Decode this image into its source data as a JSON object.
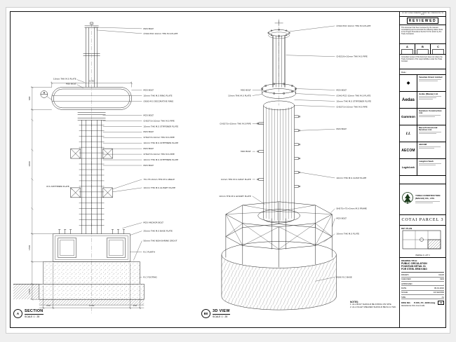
{
  "detail_bubble": "A",
  "views": {
    "section": {
      "bubble": "A",
      "title": "SECTION",
      "scale": "SCALE 1 : 25"
    },
    "iso": {
      "bubble": "B0",
      "title": "3D VIEW",
      "scale": "SCALE 1 : 25"
    }
  },
  "notes": {
    "title": "NOTES:",
    "items": [
      "1. ALL BOLT SHOULD BE FIXING ON SITE.",
      "2. ALL FILLET WELDED SHOULD BE 6mm THK."
    ]
  },
  "sec_r": [
    "M20 BOLT",
    "∅340 PCD 10mm THK M.S PLATE",
    "M20 BOLT",
    "10mm THK M.S RING PLATE",
    "∅600 M.S DECORATIVE RING",
    "M20 BOLT",
    "CHS273×10mm THK M.S PIPE",
    "10mm THK M.S STIFFENER PLATE",
    "M20 BOLT",
    "CHS273×10mm THK M.S PIPE",
    "10mm THK M.S STIFFENER PLATE",
    "M20 BOLT",
    "CHS273×10mm THK M.S PIPE",
    "10mm THK M.S STIFFENER PLATE",
    "M20 BOLT",
    "75×75×6mm THK M.S ANGLE",
    "10mm THK M.S GUSSET PLATE",
    "M20 ANCHOR BOLT",
    "25mm THK M.S BASE PLATE",
    "50mm THK NON-SHRINK GROUT",
    "R.C PLINTH",
    "R.C FOOTING"
  ],
  "sec_l": [
    "10mm THK M.S PLATE",
    "M20 BOLT",
    "M.S STIFFENER PLATE"
  ],
  "iso_r": [
    "∅340 PCD 10mm THK M.S PLATE",
    "CHS219×10mm THK M.S PIPE",
    "M20 BOLT",
    "∅340 PCD 10mm THK M.S PLATE",
    "10mm THK M.S STIFFENER PLATE",
    "CHS273×10mm THK M.S PIPE",
    "M20 BOLT",
    "10mm THK M.S CLEAT PLATE",
    "SHS75×75×5mm M.S FRAME",
    "M20 BOLT",
    "10mm THK M.S PLATE",
    "A590 R.C BASE"
  ],
  "iso_l": [
    "M20 BOLT",
    "10mm THK M.S PLATE",
    "CHS273×10mm THK M.S PIPE",
    "M20 BOLT",
    "10mm THK M.S CLEAT PLATE",
    "10mm THK M.S GUSSET PLATE"
  ],
  "dims": {
    "band_width": "1150",
    "bottom": [
      "150",
      "1100",
      "150"
    ],
    "left": [
      "600",
      "1800",
      "1500",
      "1350"
    ]
  },
  "titleblock": {
    "top_note": "DO NOT SCALE DRAWING. VERIFY ALL DIMENSIONS ON SITE.",
    "reviewed": "REVIEWED",
    "review_text": "This document has been reviewed by the relevant consultant(s) and is accorded the following status. Refer to the Project Procedures Section 5.0 for action by the Trade Contractor.",
    "status": {
      "a": "A",
      "b": "B",
      "c": "C"
    },
    "consult_note": "Consultant review of this document does not relieve the Trade Contractor of his responsibilities under the Trade Contract.",
    "date_label": "Date :",
    "companies": [
      {
        "logo": "◆",
        "name": "Venetian Orient Limited"
      },
      {
        "logo": "Aedas",
        "name": "Aedas (Macau) Ltd."
      },
      {
        "logo": "Gammon",
        "name": "Gammon Construction Ltd."
      },
      {
        "logo": "LL",
        "name": "Meca Professional Services Ltd."
      },
      {
        "logo": "AECOM",
        "name": "AECOM"
      },
      {
        "logo": "LogicLock",
        "name": "Langdon Seah"
      }
    ],
    "contractor": {
      "name_l1": "YUDEA CONSTRUCTION",
      "name_l2": "(MACAU) CO., LTD."
    },
    "project": "COTAI PARCEL 3",
    "keyplan": {
      "label": "KEY PLAN",
      "caption": "PARCEL 3, LOT 3"
    },
    "drawing": {
      "title_label": "DRAWING TITLE:",
      "title_lines": [
        "PUBLIC CIRCULATION",
        "FOUNTAIN DETAIL 01",
        "FOR STEEL ERM KING"
      ],
      "rows": [
        {
          "k": "DRAWN",
          "v": "CHAD"
        },
        {
          "k": "CHECKED",
          "v": "KEN"
        },
        {
          "k": "APPROVED",
          "v": "-"
        },
        {
          "k": "DATE",
          "v": "09.01.2010"
        },
        {
          "k": "SCALE",
          "v": "AS SHOWN"
        },
        {
          "k": "SIZE",
          "v": "A1"
        }
      ],
      "dwg_label": "DWG NO.:",
      "dwg_no": "P-F3S_PC_4E004.dwg",
      "rev_label": "REV",
      "rev": "A0",
      "ref_label": "REFERENCE DWG FILE NAME:"
    }
  }
}
